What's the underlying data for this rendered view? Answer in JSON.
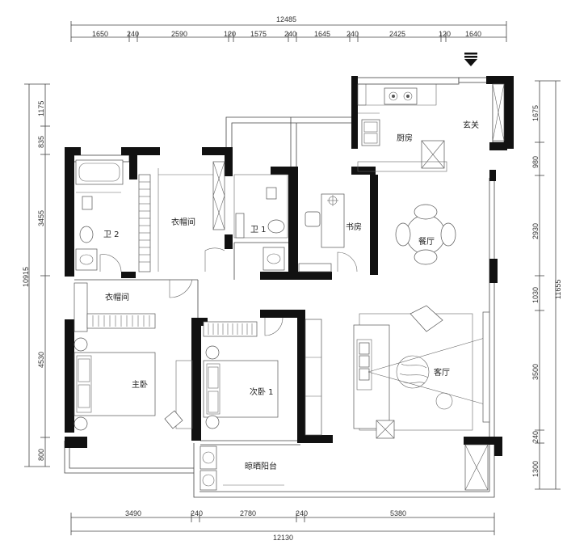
{
  "plan": {
    "overall_top": "12485",
    "overall_bottom": "12130",
    "overall_right": "11655",
    "overall_left": "10915",
    "top_dims": [
      "1650",
      "240",
      "2590",
      "120",
      "1575",
      "240",
      "1645",
      "240",
      "2425",
      "120",
      "1640"
    ],
    "bottom_dims": [
      "3490",
      "240",
      "2780",
      "240",
      "5380"
    ],
    "left_dims": [
      "1175",
      "835",
      "3455",
      "4530",
      "800"
    ],
    "right_dims": [
      "1675",
      "980",
      "2930",
      "1030",
      "3500",
      "240",
      "1300"
    ],
    "rooms": {
      "kitchen": "厨房",
      "foyer": "玄关",
      "dining": "餐厅",
      "living": "客厅",
      "study": "书房",
      "bath1": "卫 1",
      "bath2": "卫 2",
      "walkin_closet": "衣帽间",
      "closet2": "衣帽间",
      "master_bedroom": "主卧",
      "second_bedroom": "次卧 1",
      "balcony": "晾晒阳台"
    }
  }
}
